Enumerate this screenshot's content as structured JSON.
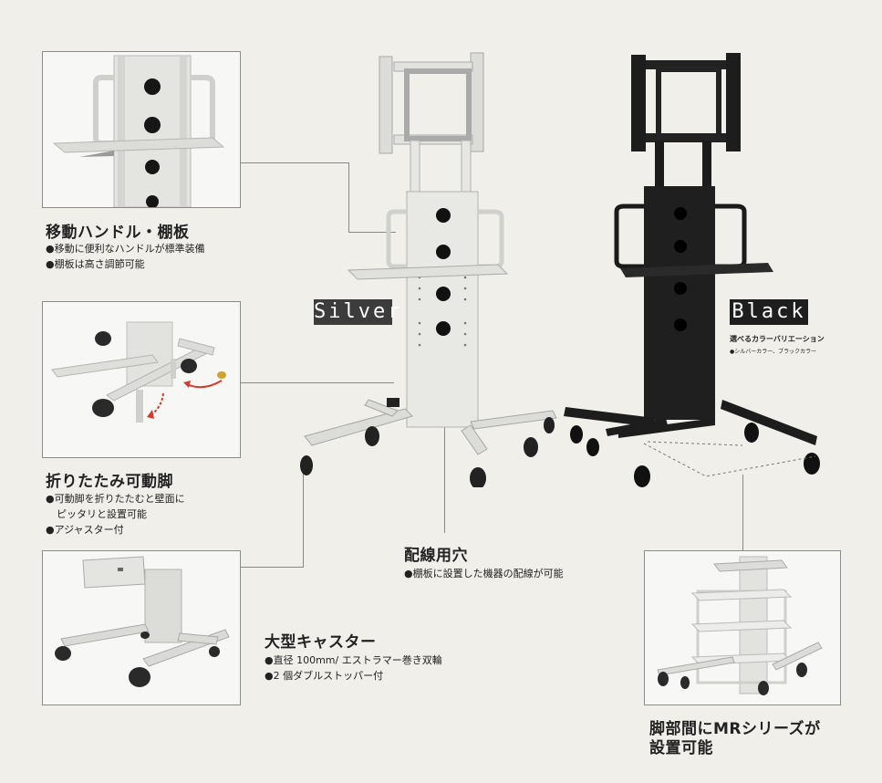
{
  "features": {
    "handle": {
      "title": "移動ハンドル・棚板",
      "lines": [
        "●移動に便利なハンドルが標準装備",
        "●棚板は高さ調節可能"
      ]
    },
    "legs": {
      "title": "折りたたみ可動脚",
      "lines": [
        "●可動脚を折りたたむと壁面に",
        "ピッタリと設置可能",
        "●アジャスター付"
      ]
    },
    "casters": {
      "title": "大型キャスター",
      "lines": [
        "●直径 100mm/ エストラマー巻き双輪",
        "●2 個ダブルストッパー付"
      ]
    },
    "wiring": {
      "title": "配線用穴",
      "lines": [
        "●棚板に設置した機器の配線が可能"
      ]
    },
    "mr": {
      "title_lines": [
        "脚部間にMRシリーズが",
        "設置可能"
      ]
    }
  },
  "colors_variation": {
    "silver_label": "Silver",
    "black_label": "Black",
    "heading": "選べるカラーバリエーション",
    "sub": "●シルバーカラー、ブラックカラー"
  },
  "palette": {
    "background": "#f1efe9",
    "silver_body": "#e6e6e3",
    "black_body": "#1c1c1c",
    "label_bg": "#3a3a3a"
  }
}
